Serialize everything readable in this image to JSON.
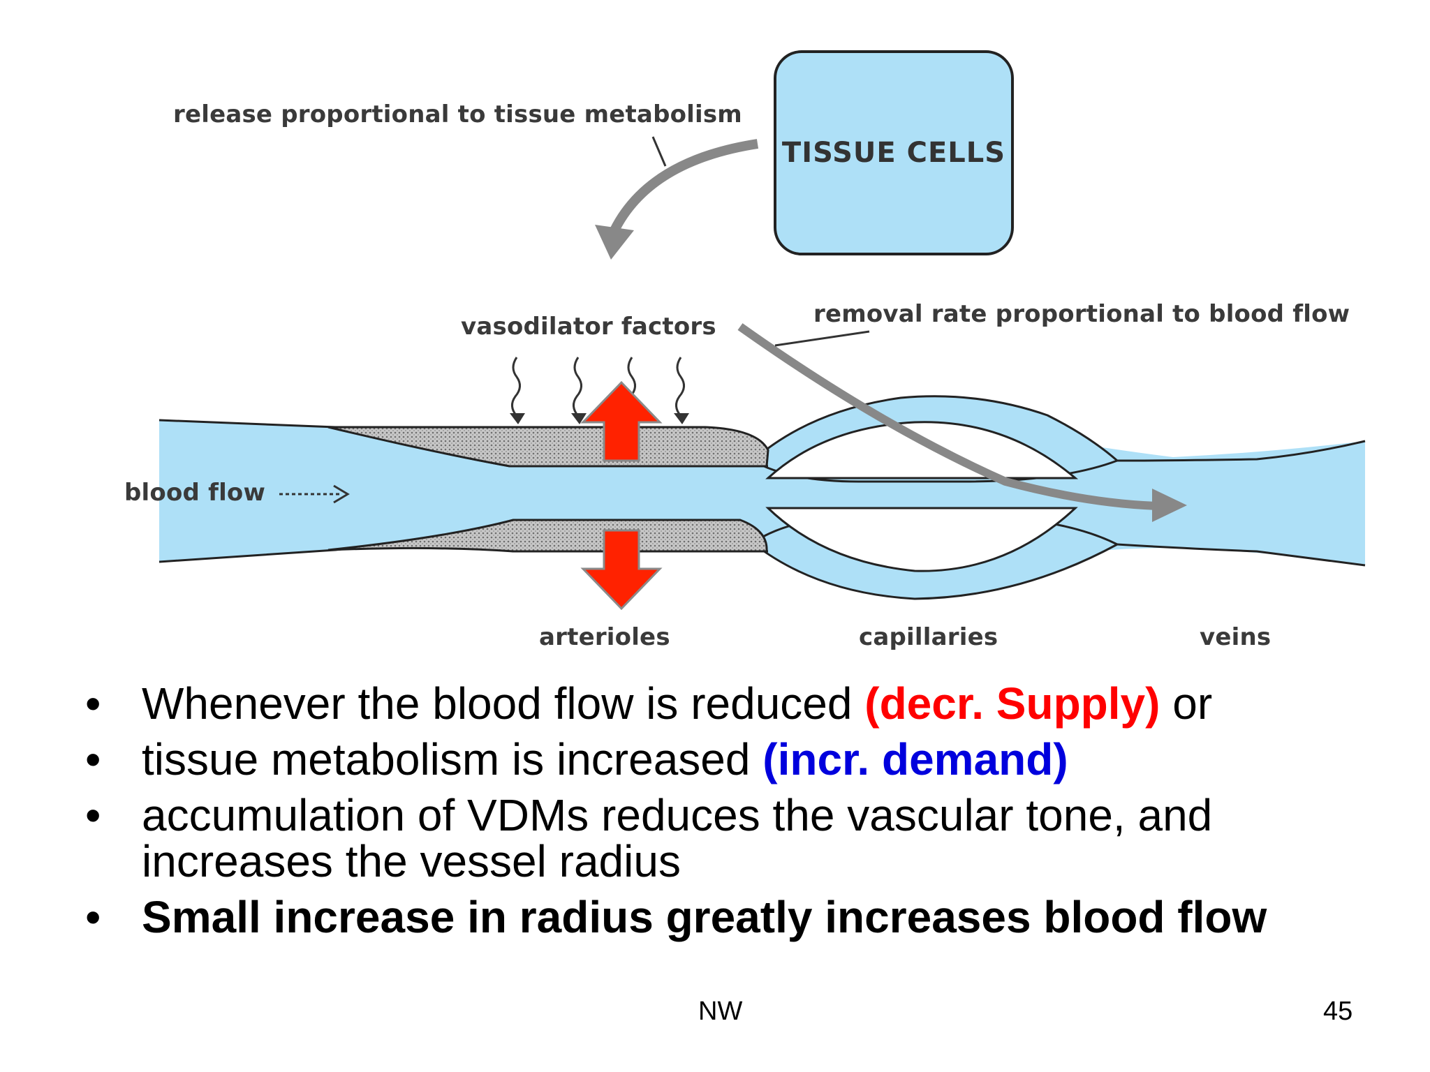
{
  "diagram": {
    "label_release": "release proportional to tissue metabolism",
    "label_tissue": "TISSUE CELLS",
    "label_vasodilator": "vasodilator factors",
    "label_removal": "removal rate proportional to blood flow",
    "label_bloodflow": "blood flow",
    "label_arterioles": "arterioles",
    "label_capillaries": "capillaries",
    "label_veins": "veins",
    "colors": {
      "vessel": "#aee0f7",
      "wall": "#b5b5b5",
      "arrow": "#ff2200",
      "arrow_border": "#8a8a8a"
    }
  },
  "bullets": {
    "b1_text": "Whenever the blood flow is reduced ",
    "b1_red": "(decr. Supply)",
    "b1_tail": " or",
    "b2_text": "tissue metabolism is increased ",
    "b2_blue": "(incr. demand)",
    "b3_text": "accumulation of VDMs reduces the vascular tone, and increases the vessel radius",
    "b4_text": "Small increase in radius greatly increases blood flow"
  },
  "footer": {
    "center": "NW",
    "page": "45"
  }
}
